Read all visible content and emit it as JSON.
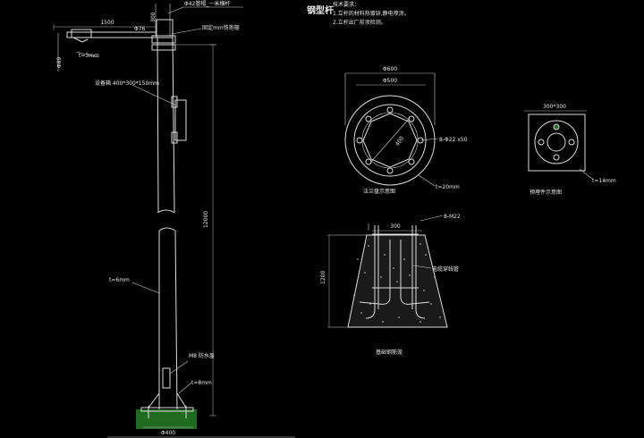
{
  "drawing": {
    "title": "钢型杆",
    "notes": [
      "技术要求：",
      "1.立杆的材料热镀锌,静电喷涂。",
      "2.立杆出厂前须检测。"
    ]
  },
  "pole_elevation": {
    "arm_length": "1500",
    "top_offset": "300",
    "arm_pipe": "Φ76",
    "top_pipe_label": "Φ42管帽_一米横杆",
    "clamp_label": "固定mm铁抱箍",
    "arm_thickness": "t=3mm",
    "arm_height": "Φ89",
    "box_label": "设备箱 400*300*150mm",
    "pole_height": "12000",
    "wall_thickness": "t=6mm",
    "door_label": "M8 防水盖",
    "base_plate_thickness": "t=8mm",
    "base_diameter": "Φ400"
  },
  "flange_view": {
    "outer_diameter": "Φ600",
    "inner_diameter": "Φ500",
    "bolt_circle": "400",
    "bolt_spec": "8-Φ22 x50",
    "thickness": "t=20mm",
    "caption": "法兰盘示意图"
  },
  "plate_view": {
    "size": "300*300",
    "thickness": "t=14mm",
    "caption": "预埋件示意图"
  },
  "foundation_view": {
    "anchor_spec": "8-M22",
    "top_width": "300",
    "depth": "1200",
    "conduit_label": "电缆穿线管",
    "caption": "基础钢筋笼"
  }
}
